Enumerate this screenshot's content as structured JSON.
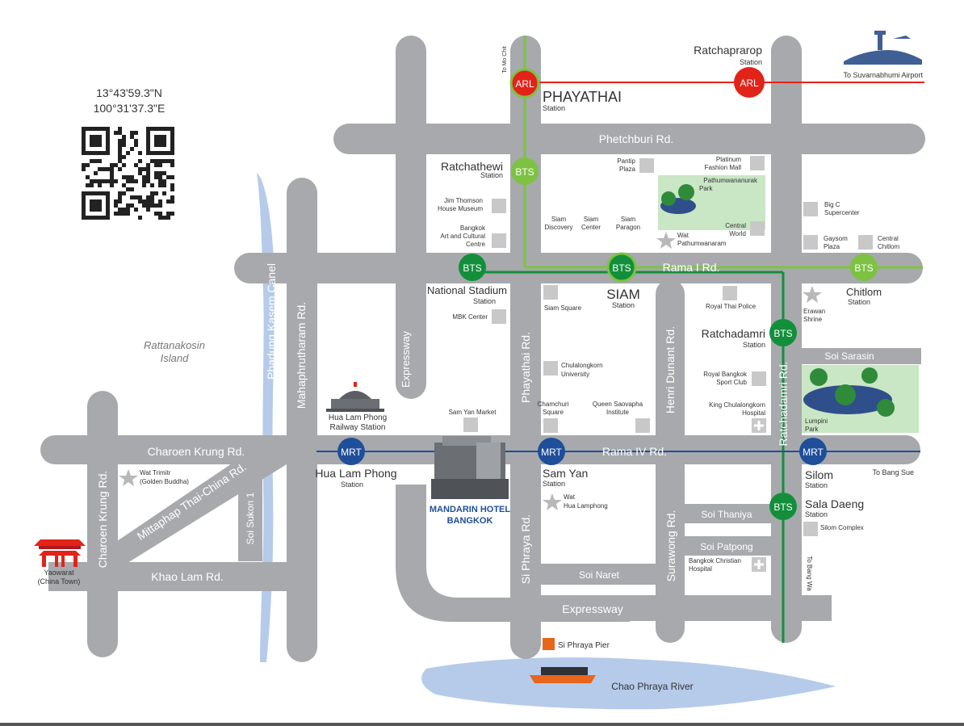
{
  "coords": {
    "lat": "13°43'59.3\"N",
    "lon": "100°31'37.3\"E"
  },
  "colors": {
    "road": "#a7a9ac",
    "bts": "#3a9e47",
    "btsLight": "#7dc242",
    "arl": "#e2231a",
    "mrt": "#1f4e9a",
    "water": "#9fb9e0",
    "park": "#c9e6c5",
    "building": "#c8c8c8"
  },
  "roads": {
    "phetchburi": "Phetchburi Rd.",
    "rama1": "Rama I Rd.",
    "rama4": "Rama IV Rd.",
    "charoen_krung_h": "Charoen Krung Rd.",
    "charoen_krung_v": "Charoen Krung Rd.",
    "khao_lam": "Khao Lam Rd.",
    "mittaphap": "Mittaphap Thai-China Rd.",
    "soi_sukon": "Soi Sukon 1",
    "mahaphruttharam": "Mahaphrutharam Rd.",
    "phadung": "Phadung Kasem Canel",
    "expressway_v": "Expressway",
    "expressway_h": "Expressway",
    "phayathai": "Phayathai Rd.",
    "henri": "Henri Dunant Rd.",
    "ratchadamri": "Ratchadamri Rd.",
    "si_phraya": "Si Phraya Rd.",
    "surawong": "Surawong Rd.",
    "soi_naret": "Soi Naret",
    "soi_thaniya": "Soi Thaniya",
    "soi_patpong": "Soi Patpong",
    "soi_sarasin": "Soi Sarasin"
  },
  "badges": {
    "arl": "ARL",
    "bts": "BTS",
    "mrt": "MRT"
  },
  "stations": {
    "phayathai": "PHAYATHAI",
    "phayathai_sub": "Station",
    "ratchaprarop": "Ratchaprarop",
    "ratchaprarop_sub": "Station",
    "ratchathewi": "Ratchathewi",
    "ratchathewi_sub": "Station",
    "national_stadium": "National Stadium",
    "national_stadium_sub": "Station",
    "siam": "SIAM",
    "siam_sub": "Station",
    "chitlom": "Chitlom",
    "chitlom_sub": "Station",
    "ratchadamri": "Ratchadamri",
    "ratchadamri_sub": "Station",
    "hua_lam_phong": "Hua Lam Phong",
    "hua_lam_phong_sub": "Station",
    "sam_yan": "Sam Yan",
    "sam_yan_sub": "Station",
    "silom": "Silom",
    "silom_sub": "Station",
    "sala_daeng": "Sala Daeng",
    "sala_daeng_sub": "Station"
  },
  "directions": {
    "mo_chit": "To Mo Chit",
    "suvarnabhumi": "To Suvarnabhumi Airport",
    "bang_sue": "To Bang Sue",
    "bang_wa": "To Bang Wa"
  },
  "landmarks": {
    "pantip": [
      "Pantip",
      "Plaza"
    ],
    "platinum": [
      "Platinum",
      "Fashion Mall"
    ],
    "pathumwanarak": [
      "Pathumwananurak",
      "Park"
    ],
    "jim_thompson": [
      "Jim Thomson",
      "House Museum"
    ],
    "bacc": [
      "Bangkok",
      "Art and Cultural",
      "Centre"
    ],
    "siam_discovery": [
      "Siam",
      "Discovery"
    ],
    "siam_center": [
      "Siam",
      "Center"
    ],
    "siam_paragon": [
      "Siam",
      "Paragon"
    ],
    "wat_pathum": [
      "Wat",
      "Pathumwanaram"
    ],
    "central_world": [
      "Central",
      "World"
    ],
    "big_c": [
      "Big C",
      "Supercenter"
    ],
    "gaysorn": [
      "Gaysom",
      "Plaza"
    ],
    "central_chitlom": [
      "Central",
      "Chitlom"
    ],
    "mbk": "MBK Center",
    "siam_square": "Siam Square",
    "royal_thai_police": "Royal Thai Police",
    "erawan": [
      "Erawan",
      "Shrine"
    ],
    "chula": [
      "Chulalongkorn",
      "University"
    ],
    "royal_sport": [
      "Royal Bangkok",
      "Sport Club"
    ],
    "king_chula": [
      "King Chulalongkorn",
      "Hospital"
    ],
    "lumpini": [
      "Lumpini",
      "Park"
    ],
    "sam_yan_market": "Sam Yan Market",
    "chamchuri": [
      "Chamchuri",
      "Square"
    ],
    "queen_saovapha": [
      "Queen Saovapha",
      "Institute"
    ],
    "wat_hua": [
      "Wat",
      "Hua Lamphong"
    ],
    "silom_complex": "Silom Complex",
    "bangkok_christian": [
      "Bangkok Christian",
      "Hospital"
    ],
    "hua_lam_railway": [
      "Hua Lam Phong",
      "Railway Station"
    ],
    "wat_trimit": [
      "Wat Trimitr",
      "(Golden Buddha)"
    ],
    "yaowarat": [
      "Yaowarat",
      "(China Town)"
    ],
    "rattanakosin": [
      "Rattanakosin",
      "Island"
    ],
    "si_phraya_pier": "Si Phraya Pier",
    "chao_phraya": "Chao Phraya River"
  },
  "hotel": {
    "line1": "MANDARIN HOTEL",
    "line2": "BANGKOK"
  }
}
